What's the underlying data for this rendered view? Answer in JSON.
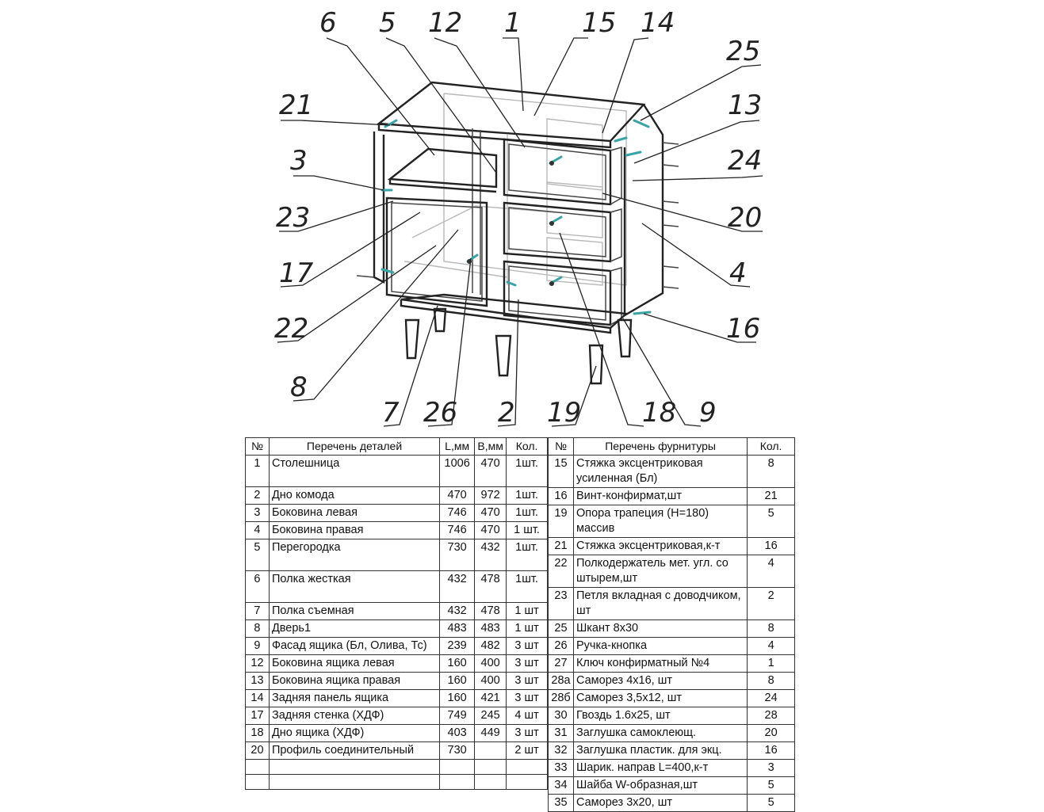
{
  "callouts": [
    "6",
    "5",
    "12",
    "1",
    "15",
    "14",
    "25",
    "21",
    "13",
    "3",
    "24",
    "23",
    "20",
    "17",
    "4",
    "22",
    "16",
    "8",
    "7",
    "26",
    "2",
    "19",
    "18",
    "9"
  ],
  "parts_table": {
    "headers": {
      "no": "№",
      "name": "Перечень деталей",
      "l": "L,мм",
      "b": "B,мм",
      "qty": "Кол."
    },
    "rows": [
      {
        "no": "1",
        "name": "Столешница",
        "l": "1006",
        "b": "470",
        "qty": "1шт."
      },
      {
        "no": "2",
        "name": "Дно комода",
        "l": "470",
        "b": "972",
        "qty": "1шт."
      },
      {
        "no": "3",
        "name": "Боковина левая",
        "l": "746",
        "b": "470",
        "qty": "1шт."
      },
      {
        "no": "4",
        "name": "Боковина правая",
        "l": "746",
        "b": "470",
        "qty": "1 шт."
      },
      {
        "no": "5",
        "name": "Перегородка",
        "l": "730",
        "b": "432",
        "qty": "1шт."
      },
      {
        "no": "6",
        "name": "Полка жесткая",
        "l": "432",
        "b": "478",
        "qty": "1шт."
      },
      {
        "no": "7",
        "name": "Полка съемная",
        "l": "432",
        "b": "478",
        "qty": "1 шт"
      },
      {
        "no": "8",
        "name": "Дверь1",
        "l": "483",
        "b": "483",
        "qty": "1 шт"
      },
      {
        "no": "9",
        "name": "Фасад ящика (Бл, Олива, Тс)",
        "l": "239",
        "b": "482",
        "qty": "3 шт"
      },
      {
        "no": "12",
        "name": "Боковина ящика левая",
        "l": "160",
        "b": "400",
        "qty": "3 шт"
      },
      {
        "no": "13",
        "name": "Боковина ящика правая",
        "l": "160",
        "b": "400",
        "qty": "3 шт"
      },
      {
        "no": "14",
        "name": "Задняя панель ящика",
        "l": "160",
        "b": "421",
        "qty": "3 шт"
      },
      {
        "no": "17",
        "name": "Задняя стенка (ХДФ)",
        "l": "749",
        "b": "245",
        "qty": "4 шт"
      },
      {
        "no": "18",
        "name": "Дно ящика (ХДФ)",
        "l": "403",
        "b": "449",
        "qty": "3 шт"
      },
      {
        "no": "20",
        "name": "Профиль соединительный",
        "l": "730",
        "b": "",
        "qty": "2 шт"
      },
      {
        "no": "",
        "name": "",
        "l": "",
        "b": "",
        "qty": ""
      },
      {
        "no": "",
        "name": "",
        "l": "",
        "b": "",
        "qty": ""
      }
    ]
  },
  "fittings_table": {
    "headers": {
      "no": "№",
      "name": "Перечень фурнитуры",
      "qty": "Кол."
    },
    "rows": [
      {
        "no": "15",
        "name": "Стяжка эксцентриковая усиленная (Бл)",
        "qty": "8"
      },
      {
        "no": "16",
        "name": "Винт-конфирмат,шт",
        "qty": "21"
      },
      {
        "no": "19",
        "name": "Опора трапеция (Н=180) массив",
        "qty": "5"
      },
      {
        "no": "21",
        "name": "Стяжка эксцентриковая,к-т",
        "qty": "16"
      },
      {
        "no": "22",
        "name": "Полкодержатель мет. угл. со штырем,шт",
        "qty": "4"
      },
      {
        "no": "23",
        "name": "Петля вкладная с доводчиком, шт",
        "qty": "2"
      },
      {
        "no": "25",
        "name": "Шкант 8х30",
        "qty": "8"
      },
      {
        "no": "26",
        "name": "Ручка-кнопка",
        "qty": "4"
      },
      {
        "no": "27",
        "name": "Ключ конфирматный №4",
        "qty": "1"
      },
      {
        "no": "28а",
        "name": "Саморез 4х16, шт",
        "qty": "8"
      },
      {
        "no": "28б",
        "name": "Саморез 3,5х12, шт",
        "qty": "24"
      },
      {
        "no": "30",
        "name": "Гвоздь 1.6х25, шт",
        "qty": "28"
      },
      {
        "no": "31",
        "name": "Заглушка самоклеющ.",
        "qty": "20"
      },
      {
        "no": "32",
        "name": "Заглушка пластик. для экц.",
        "qty": "16"
      },
      {
        "no": "33",
        "name": "Шарик. направ L=400,к-т",
        "qty": "3"
      },
      {
        "no": "34",
        "name": "Шайба W-образная,шт",
        "qty": "5"
      },
      {
        "no": "35",
        "name": "Саморез 3х20, шт",
        "qty": "5"
      }
    ]
  }
}
